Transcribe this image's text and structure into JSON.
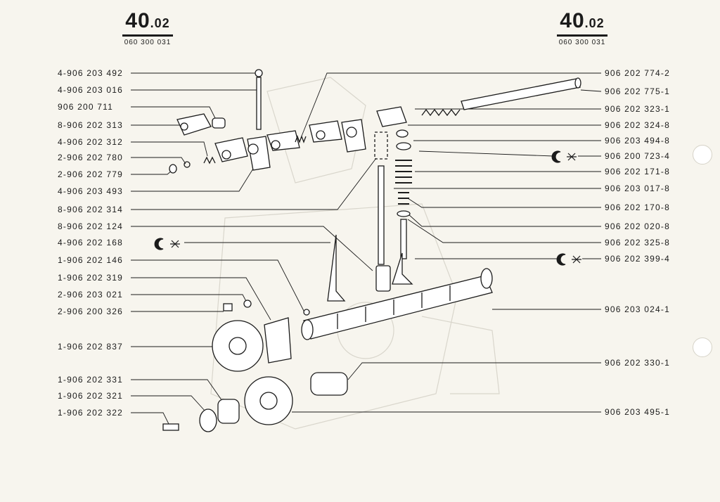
{
  "header_left": {
    "section": "40",
    "sub": ".02",
    "ref": "060 300 031"
  },
  "header_right": {
    "section": "40",
    "sub": ".02",
    "ref": "060 300 031"
  },
  "left_labels": [
    "4-906 203 492",
    "4-906 203 016",
    "906 200 711",
    "8-906 202 313",
    "4-906 202 312",
    "2-906 202 780",
    "2-906 202 779",
    "4-906 203 493",
    "8-906 202 314",
    "8-906 202 124",
    "4-906 202 168",
    "1-906 202 146",
    "1-906 202 319",
    "2-906 203 021",
    "2-906 200 326",
    "1-906 202 837",
    "1-906 202 331",
    "1-906 202 321",
    "1-906 202 322"
  ],
  "right_labels": [
    "906 202 774-2",
    "906 202 775-1",
    "906 202 323-1",
    "906 202 324-8",
    "906 203 494-8",
    "906 200 723-4",
    "906 202 171-8",
    "906 203 017-8",
    "906 202 170-8",
    "906 202 020-8",
    "906 202 325-8",
    "906 202 399-4",
    "906 203 024-1",
    "906 202 330-1",
    "906 203 495-1"
  ]
}
